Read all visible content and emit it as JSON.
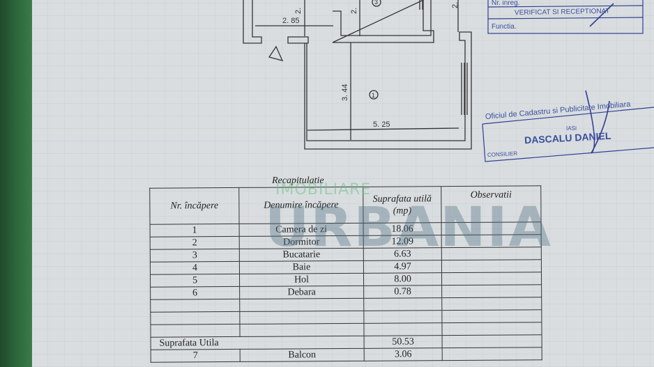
{
  "plan": {
    "dimensions": [
      "2. 85",
      "3. 44",
      "5. 25",
      "2.",
      "2.",
      "2."
    ],
    "room_labels": [
      "1",
      "3"
    ]
  },
  "stamp_top": {
    "line1": "Nr. inreg.",
    "line2": "VERIFICAT SI RECEPTIONAT",
    "line3": "Functia."
  },
  "stamp_cadastru": {
    "office": "Oficiul de Cadastru si Publicitate Imobiliara",
    "city": "IASI",
    "name": "DASCALU DANIEL",
    "role": "CONSILIER"
  },
  "watermark": {
    "top": "IMOBILIARE",
    "brand": "URBANIA"
  },
  "table": {
    "caption": "Recapitulatie",
    "headers": [
      "Nr. încăpere",
      "Denumire încăpere",
      "Suprafata utilă (mp)",
      "Observatii"
    ],
    "rows": [
      {
        "nr": "1",
        "name": "Camera de zi",
        "area": "18.06"
      },
      {
        "nr": "2",
        "name": "Dormitor",
        "area": "12.09"
      },
      {
        "nr": "3",
        "name": "Bucatarie",
        "area": "6.63"
      },
      {
        "nr": "4",
        "name": "Baie",
        "area": "4.97"
      },
      {
        "nr": "5",
        "name": "Hol",
        "area": "8.00"
      },
      {
        "nr": "6",
        "name": "Debara",
        "area": "0.78"
      }
    ],
    "total_label": "Suprafata Utila",
    "total_value": "50.53",
    "extra_row": {
      "nr": "7",
      "name": "Balcon",
      "area": "3.06"
    }
  }
}
